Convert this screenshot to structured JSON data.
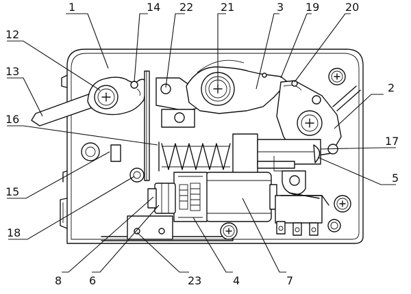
{
  "figure": {
    "part_labels": [
      {
        "id": "label-1",
        "text": "1"
      },
      {
        "id": "label-14",
        "text": "14"
      },
      {
        "id": "label-22",
        "text": "22"
      },
      {
        "id": "label-21",
        "text": "21"
      },
      {
        "id": "label-3",
        "text": "3"
      },
      {
        "id": "label-19",
        "text": "19"
      },
      {
        "id": "label-20",
        "text": "20"
      },
      {
        "id": "label-12",
        "text": "12"
      },
      {
        "id": "label-13",
        "text": "13"
      },
      {
        "id": "label-2",
        "text": "2"
      },
      {
        "id": "label-16",
        "text": "16"
      },
      {
        "id": "label-17",
        "text": "17"
      },
      {
        "id": "label-15",
        "text": "15"
      },
      {
        "id": "label-5",
        "text": "5"
      },
      {
        "id": "label-18",
        "text": "18"
      },
      {
        "id": "label-8",
        "text": "8"
      },
      {
        "id": "label-6",
        "text": "6"
      },
      {
        "id": "label-23",
        "text": "23"
      },
      {
        "id": "label-4",
        "text": "4"
      },
      {
        "id": "label-7",
        "text": "7"
      }
    ]
  }
}
